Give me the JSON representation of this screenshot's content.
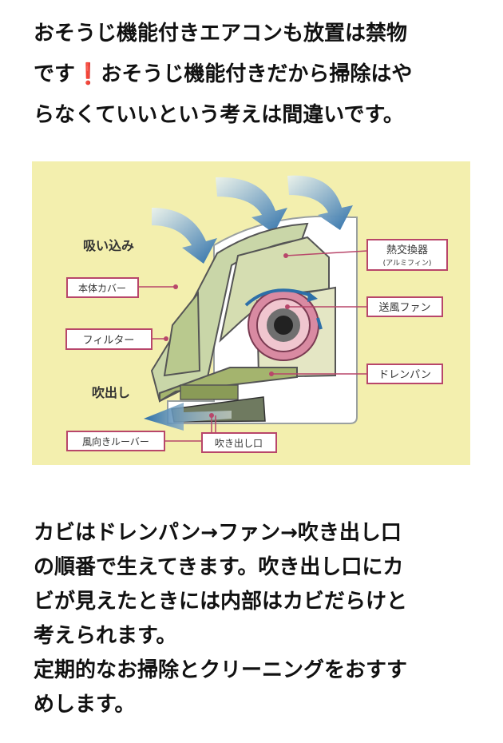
{
  "intro": {
    "line1": "おそうじ機能付きエアコンも放置は禁物",
    "line2_a": "です",
    "line2_mark": "❗",
    "line2_b": "おそうじ機能付きだから掃除はや",
    "line3": "らなくていいという考えは間違いです。"
  },
  "diagram": {
    "labels": {
      "intake": "吸い込み",
      "outlet": "吹出し",
      "cover": "本体カバー",
      "filter": "フィルター",
      "heat_exchanger": "熱交換器",
      "heat_exchanger_sub": "(アルミフィン)",
      "fan": "送風ファン",
      "drain_pan": "ドレンパン",
      "louver": "風向きルーバー",
      "vent": "吹き出し口"
    },
    "colors": {
      "background": "#f3efae",
      "label_border": "#b8466a",
      "label_text": "#333333",
      "arrow": "#2d6fa8"
    }
  },
  "outro": {
    "line1": "カビはドレンパン→ファン→吹き出し口",
    "line2": "の順番で生えてきます。吹き出し口にカ",
    "line3": "ビが見えたときには内部はカビだらけと",
    "line4": "考えられます。",
    "line5": "定期的なお掃除とクリーニングをおすす",
    "line6": "めします。"
  }
}
